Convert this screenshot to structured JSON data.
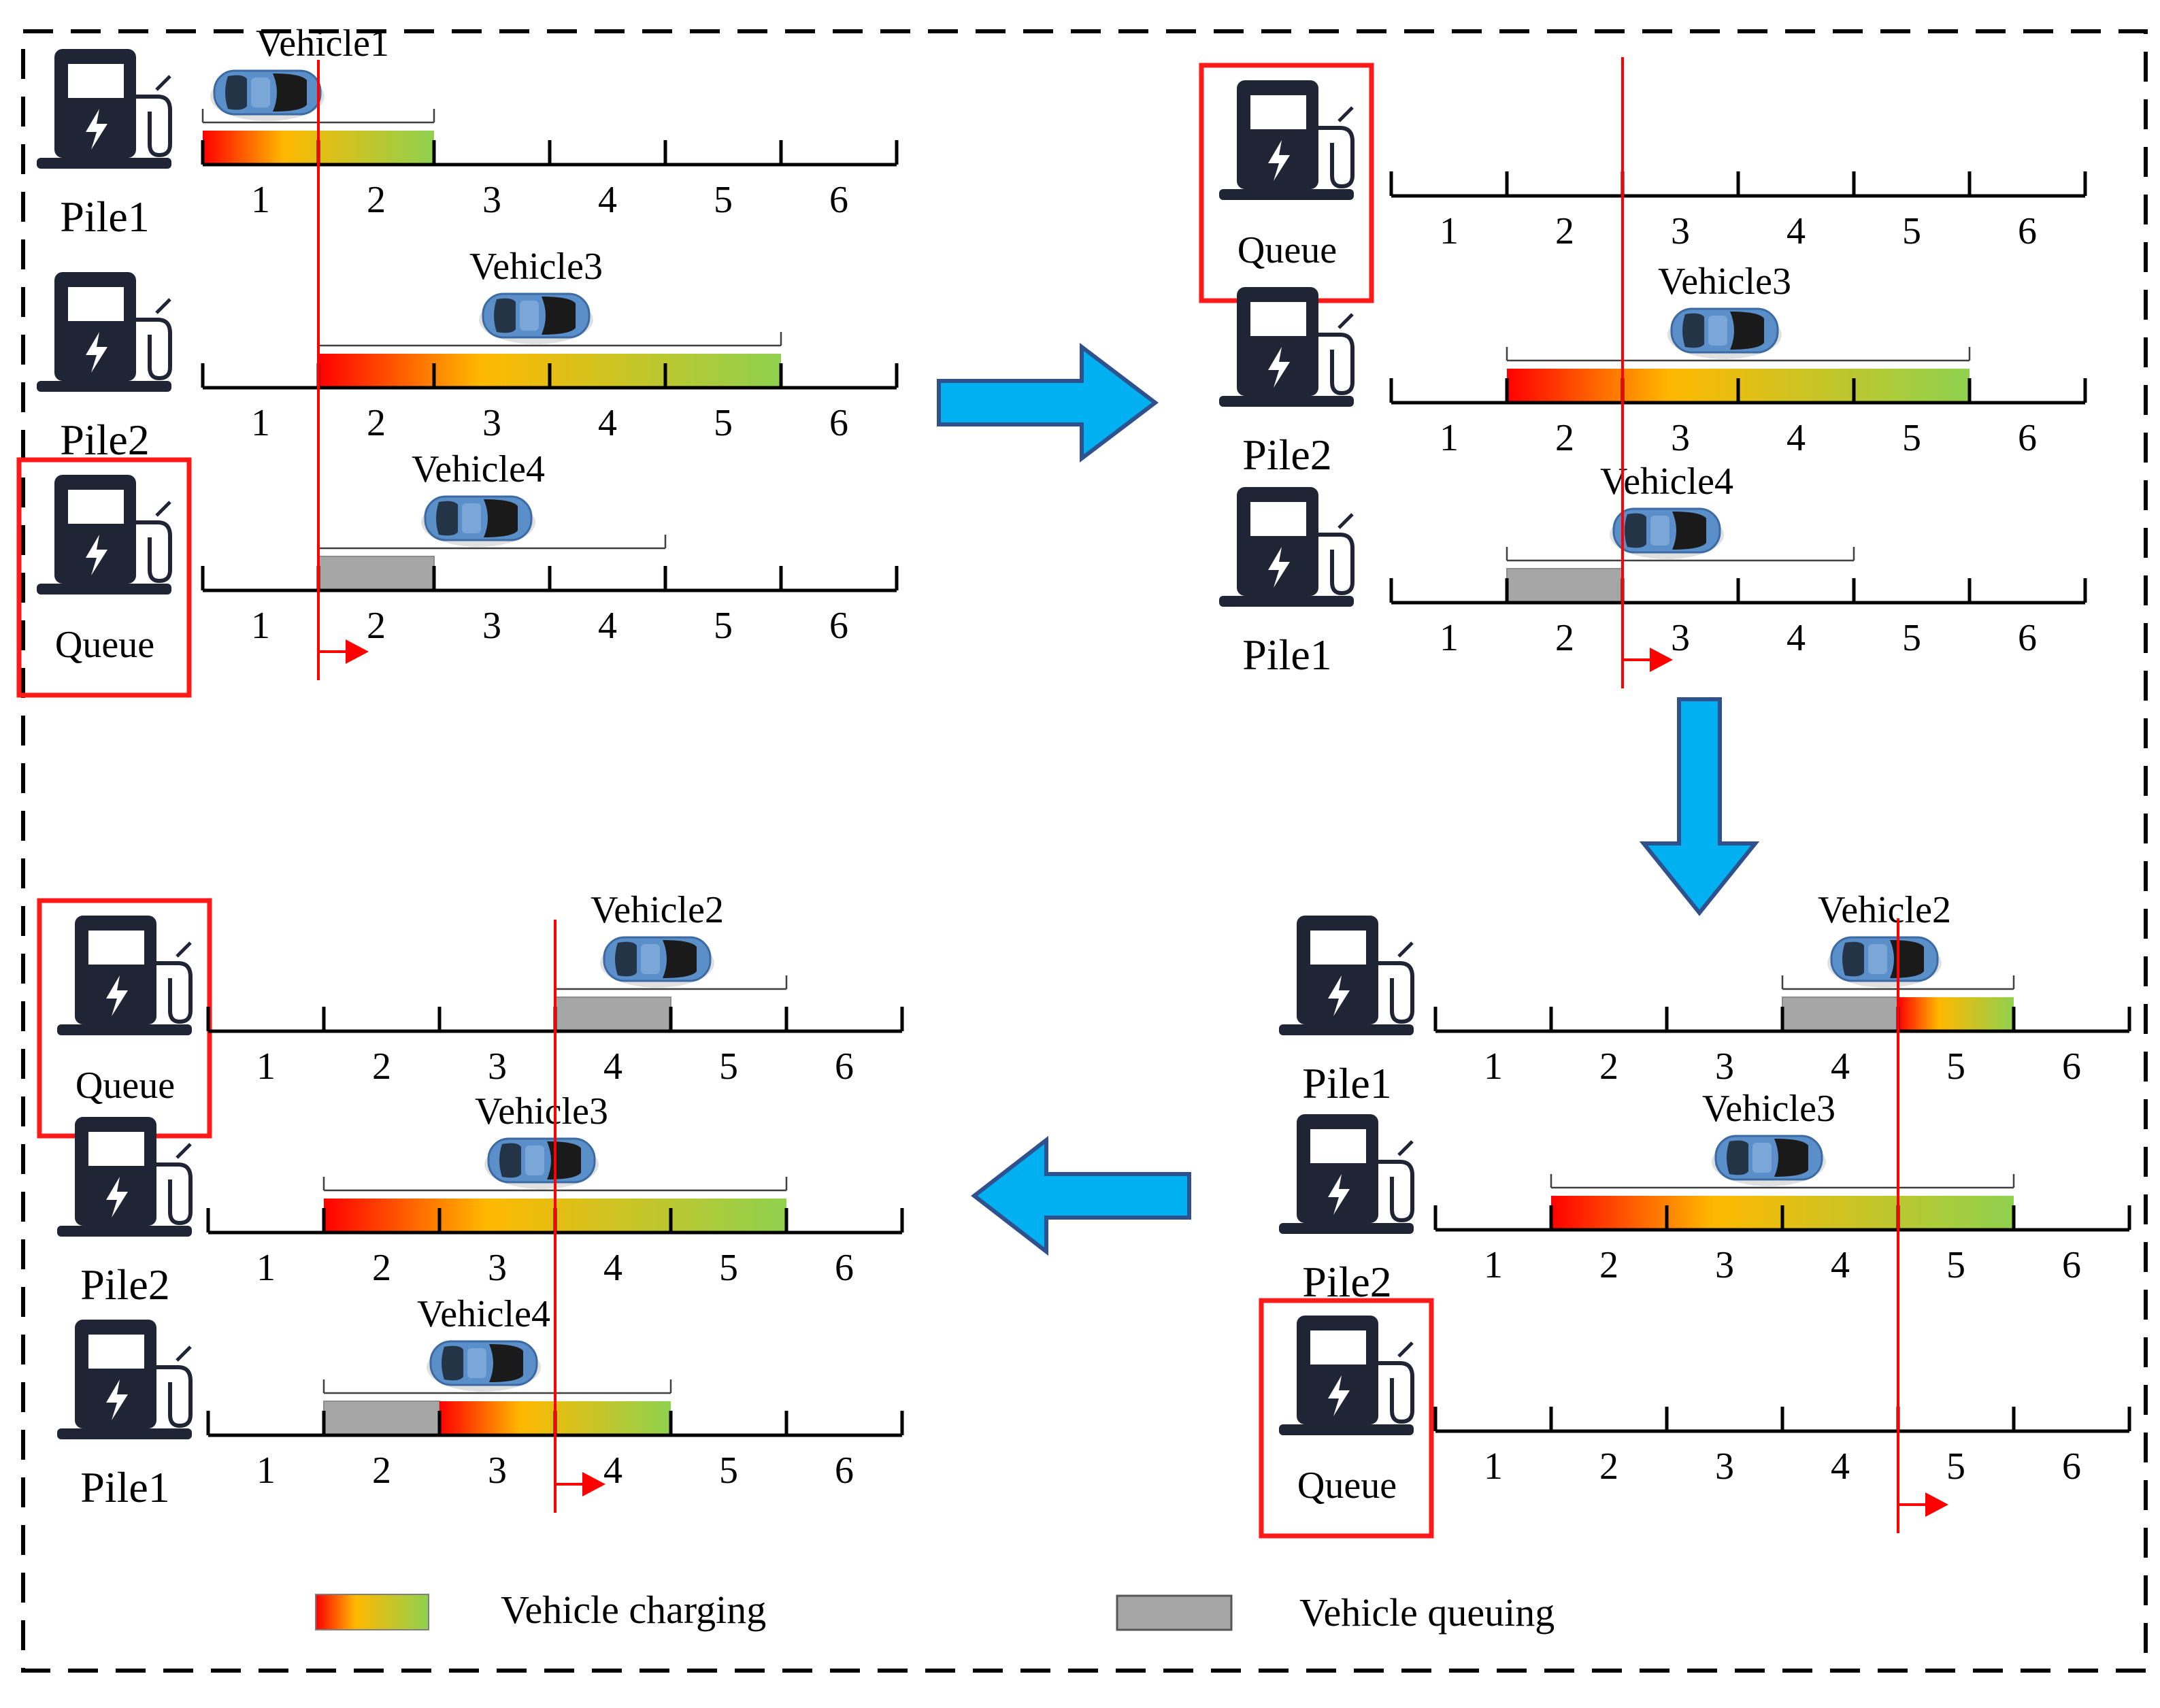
{
  "colors": {
    "charge_start": "#ff0000",
    "charge_mid": "#ffb800",
    "charge_end": "#8fd14f",
    "queue": "#a6a6a6",
    "highlight": "#ff1a1a",
    "time_line": "#ff0000",
    "arrow_fill": "#00b0f0",
    "arrow_stroke": "#2f528f",
    "pile": "#1f2535",
    "car": "#5b8fc9",
    "frame": "#000000"
  },
  "icons": {
    "pile": "charging-pile-icon",
    "car": "car-icon",
    "time_pointer": "right-arrow-icon",
    "flow": "block-arrow-icon"
  },
  "ticks": [
    "1",
    "2",
    "3",
    "4",
    "5",
    "6"
  ],
  "legend": {
    "charging": "Vehicle charging",
    "queuing": "Vehicle queuing"
  },
  "panels": [
    {
      "id": "step1",
      "current_time": 1.5,
      "rows": [
        {
          "station": "Pile1",
          "highlighted": false,
          "vehicle": "Vehicle1",
          "window": [
            0.5,
            2.5
          ],
          "queue": null,
          "charge": [
            0.5,
            2.5
          ]
        },
        {
          "station": "Pile2",
          "highlighted": false,
          "vehicle": "Vehicle3",
          "window": [
            1.5,
            5.5
          ],
          "queue": null,
          "charge": [
            1.5,
            5.5
          ]
        },
        {
          "station": "Queue",
          "highlighted": true,
          "vehicle": "Vehicle4",
          "window": [
            1.5,
            4.5
          ],
          "queue": [
            1.5,
            2.5
          ],
          "charge": null
        }
      ]
    },
    {
      "id": "step2",
      "current_time": 2.5,
      "rows": [
        {
          "station": "Queue",
          "highlighted": true,
          "vehicle": "",
          "window": null,
          "queue": null,
          "charge": null
        },
        {
          "station": "Pile2",
          "highlighted": false,
          "vehicle": "Vehicle3",
          "window": [
            1.5,
            5.5
          ],
          "queue": null,
          "charge": [
            1.5,
            5.5
          ]
        },
        {
          "station": "Pile1",
          "highlighted": false,
          "vehicle": "Vehicle4",
          "window": [
            1.5,
            4.5
          ],
          "queue": [
            1.5,
            2.5
          ],
          "charge": null
        }
      ]
    },
    {
      "id": "step3",
      "current_time": 4.5,
      "rows": [
        {
          "station": "Pile1",
          "highlighted": false,
          "vehicle": "Vehicle2",
          "window": [
            3.5,
            5.5
          ],
          "queue": [
            3.5,
            4.5
          ],
          "charge": [
            4.5,
            5.5
          ]
        },
        {
          "station": "Pile2",
          "highlighted": false,
          "vehicle": "Vehicle3",
          "window": [
            1.5,
            5.5
          ],
          "queue": null,
          "charge": [
            1.5,
            5.5
          ]
        },
        {
          "station": "Queue",
          "highlighted": true,
          "vehicle": "",
          "window": null,
          "queue": null,
          "charge": null
        }
      ]
    },
    {
      "id": "step4",
      "current_time": 3.5,
      "rows": [
        {
          "station": "Queue",
          "highlighted": true,
          "vehicle": "Vehicle2",
          "window": [
            3.5,
            5.5
          ],
          "queue": [
            3.5,
            4.5
          ],
          "charge": null
        },
        {
          "station": "Pile2",
          "highlighted": false,
          "vehicle": "Vehicle3",
          "window": [
            1.5,
            5.5
          ],
          "queue": null,
          "charge": [
            1.5,
            5.5
          ]
        },
        {
          "station": "Pile1",
          "highlighted": false,
          "vehicle": "Vehicle4",
          "window": [
            1.5,
            4.5
          ],
          "queue": [
            1.5,
            2.5
          ],
          "charge": [
            2.5,
            4.5
          ]
        }
      ]
    }
  ]
}
